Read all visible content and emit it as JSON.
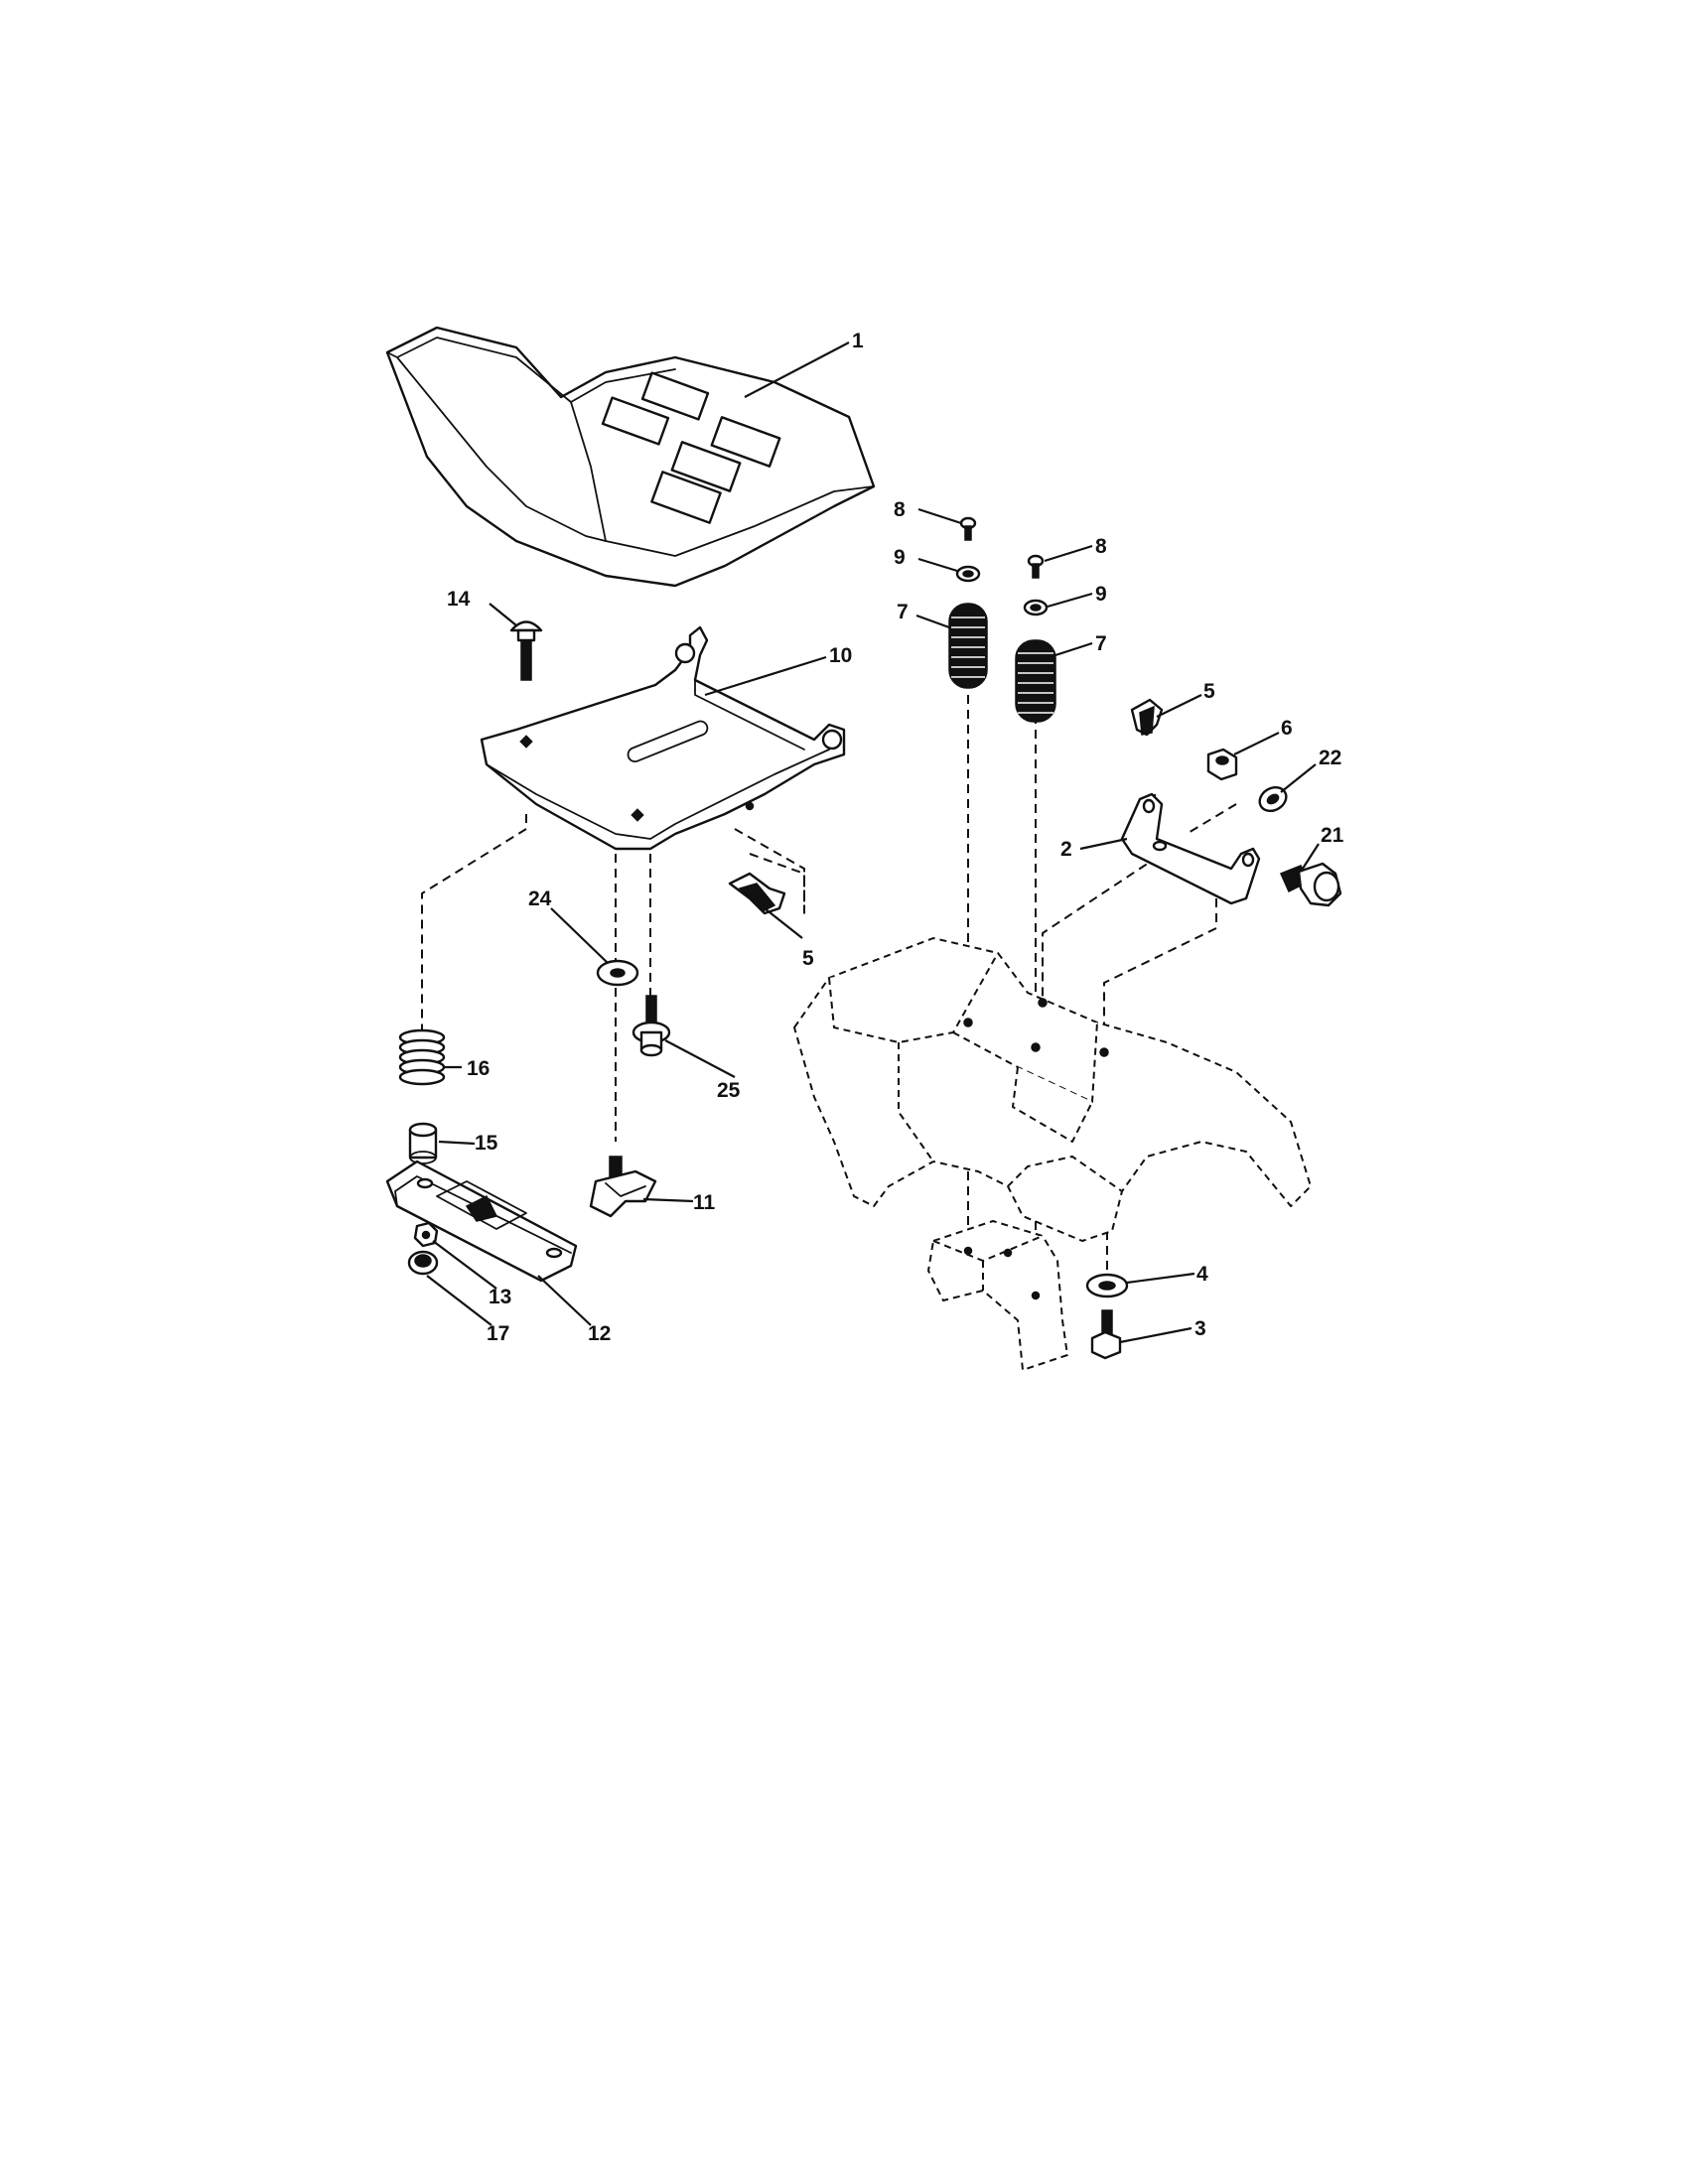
{
  "callouts": [
    {
      "id": "c1",
      "label": "1"
    },
    {
      "id": "c2",
      "label": "2"
    },
    {
      "id": "c3",
      "label": "3"
    },
    {
      "id": "c4",
      "label": "4"
    },
    {
      "id": "c5a",
      "label": "5"
    },
    {
      "id": "c5b",
      "label": "5"
    },
    {
      "id": "c6",
      "label": "6"
    },
    {
      "id": "c7a",
      "label": "7"
    },
    {
      "id": "c7b",
      "label": "7"
    },
    {
      "id": "c8a",
      "label": "8"
    },
    {
      "id": "c8b",
      "label": "8"
    },
    {
      "id": "c9a",
      "label": "9"
    },
    {
      "id": "c9b",
      "label": "9"
    },
    {
      "id": "c10",
      "label": "10"
    },
    {
      "id": "c11",
      "label": "11"
    },
    {
      "id": "c12",
      "label": "12"
    },
    {
      "id": "c13",
      "label": "13"
    },
    {
      "id": "c14",
      "label": "14"
    },
    {
      "id": "c15",
      "label": "15"
    },
    {
      "id": "c16",
      "label": "16"
    },
    {
      "id": "c17",
      "label": "17"
    },
    {
      "id": "c21",
      "label": "21"
    },
    {
      "id": "c22",
      "label": "22"
    },
    {
      "id": "c24",
      "label": "24"
    },
    {
      "id": "c25",
      "label": "25"
    }
  ]
}
